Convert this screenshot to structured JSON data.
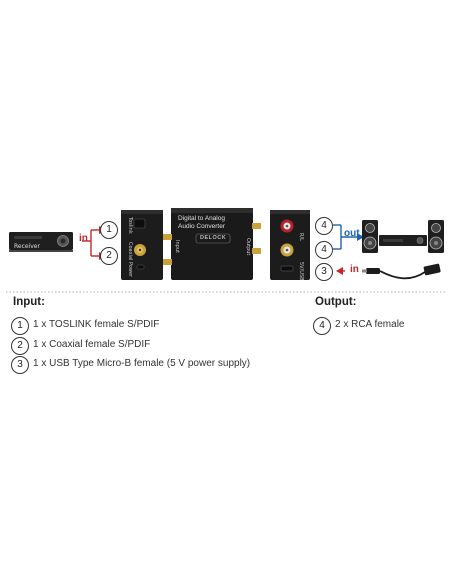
{
  "diagram": {
    "receiver_label": "Receiver",
    "converter_title_line1": "Digital to Analog",
    "converter_title_line2": "Audio Converter",
    "brand": "DELOCK",
    "left_panel_label": "Input",
    "right_panel_label": "Output",
    "port_labels": {
      "toslink": "Toslink",
      "coaxial": "Coaxial",
      "power": "Power",
      "rl": "R/L",
      "usb": "5V/USB"
    },
    "callouts": {
      "in_left": "in",
      "out_right": "out",
      "in_right": "in",
      "n1": "1",
      "n2": "2",
      "n3": "3",
      "n4a": "4",
      "n4b": "4"
    },
    "colors": {
      "red": "#c0282e",
      "blue": "#1f63b0",
      "device": "#1c1c1c",
      "gold": "#c9a23a",
      "rca_red": "#b8202a"
    }
  },
  "legend": {
    "input_heading": "Input:",
    "output_heading": "Output:",
    "inputs": [
      {
        "num": "1",
        "text": "1 x TOSLINK female S/PDIF"
      },
      {
        "num": "2",
        "text": "1 x Coaxial female S/PDIF"
      },
      {
        "num": "3",
        "text": "1 x USB Type Micro-B female (5 V power supply)"
      }
    ],
    "outputs": [
      {
        "num": "4",
        "text": "2 x RCA female"
      }
    ]
  }
}
